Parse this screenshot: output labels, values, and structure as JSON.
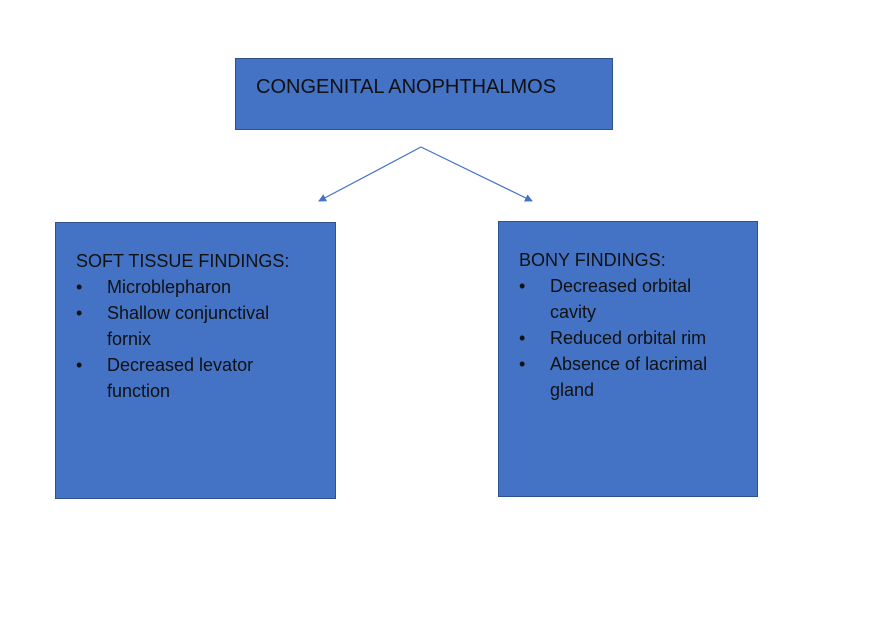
{
  "title": "CONGENITAL ANOPHTHALMOS",
  "left_box": {
    "heading": "SOFT TISSUE FINDINGS:",
    "items": [
      "Microblepharon",
      "Shallow conjunctival fornix",
      "Decreased levator function"
    ]
  },
  "right_box": {
    "heading": "BONY FINDINGS:",
    "items": [
      "Decreased orbital cavity",
      "Reduced orbital rim",
      "Absence of lacrimal gland"
    ]
  },
  "colors": {
    "box_fill": "#4472c4",
    "box_border": "#2f528f",
    "arrow": "#4472c4",
    "text": "#111111"
  }
}
